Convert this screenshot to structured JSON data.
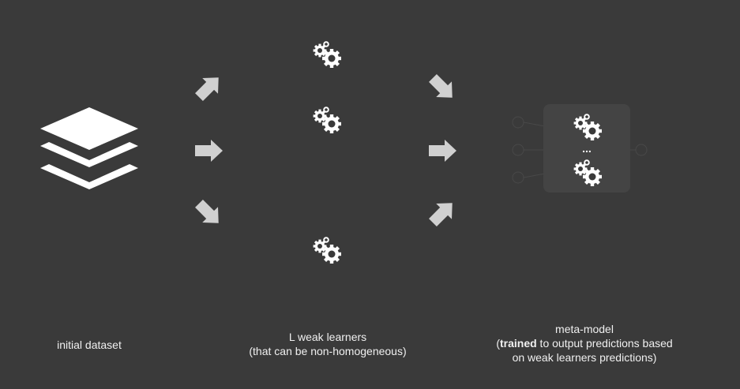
{
  "labels": {
    "dataset": "initial dataset",
    "weak_line1": "L weak learners",
    "weak_line2": "(that can be non-homogeneous)",
    "meta_line1": "meta-model",
    "meta_bold": "trained",
    "meta_line2_rest": " to output predictions based",
    "meta_line3": "on weak learners predictions)",
    "ellipsis": "..."
  },
  "icons": {
    "dataset": "layers-icon",
    "learner": "gears-icon",
    "arrow": "arrow-icon"
  },
  "colors": {
    "background": "#3a3a3a",
    "foreground": "#ffffff",
    "arrow": "#cfcfcf",
    "meta_box": "#444444"
  }
}
